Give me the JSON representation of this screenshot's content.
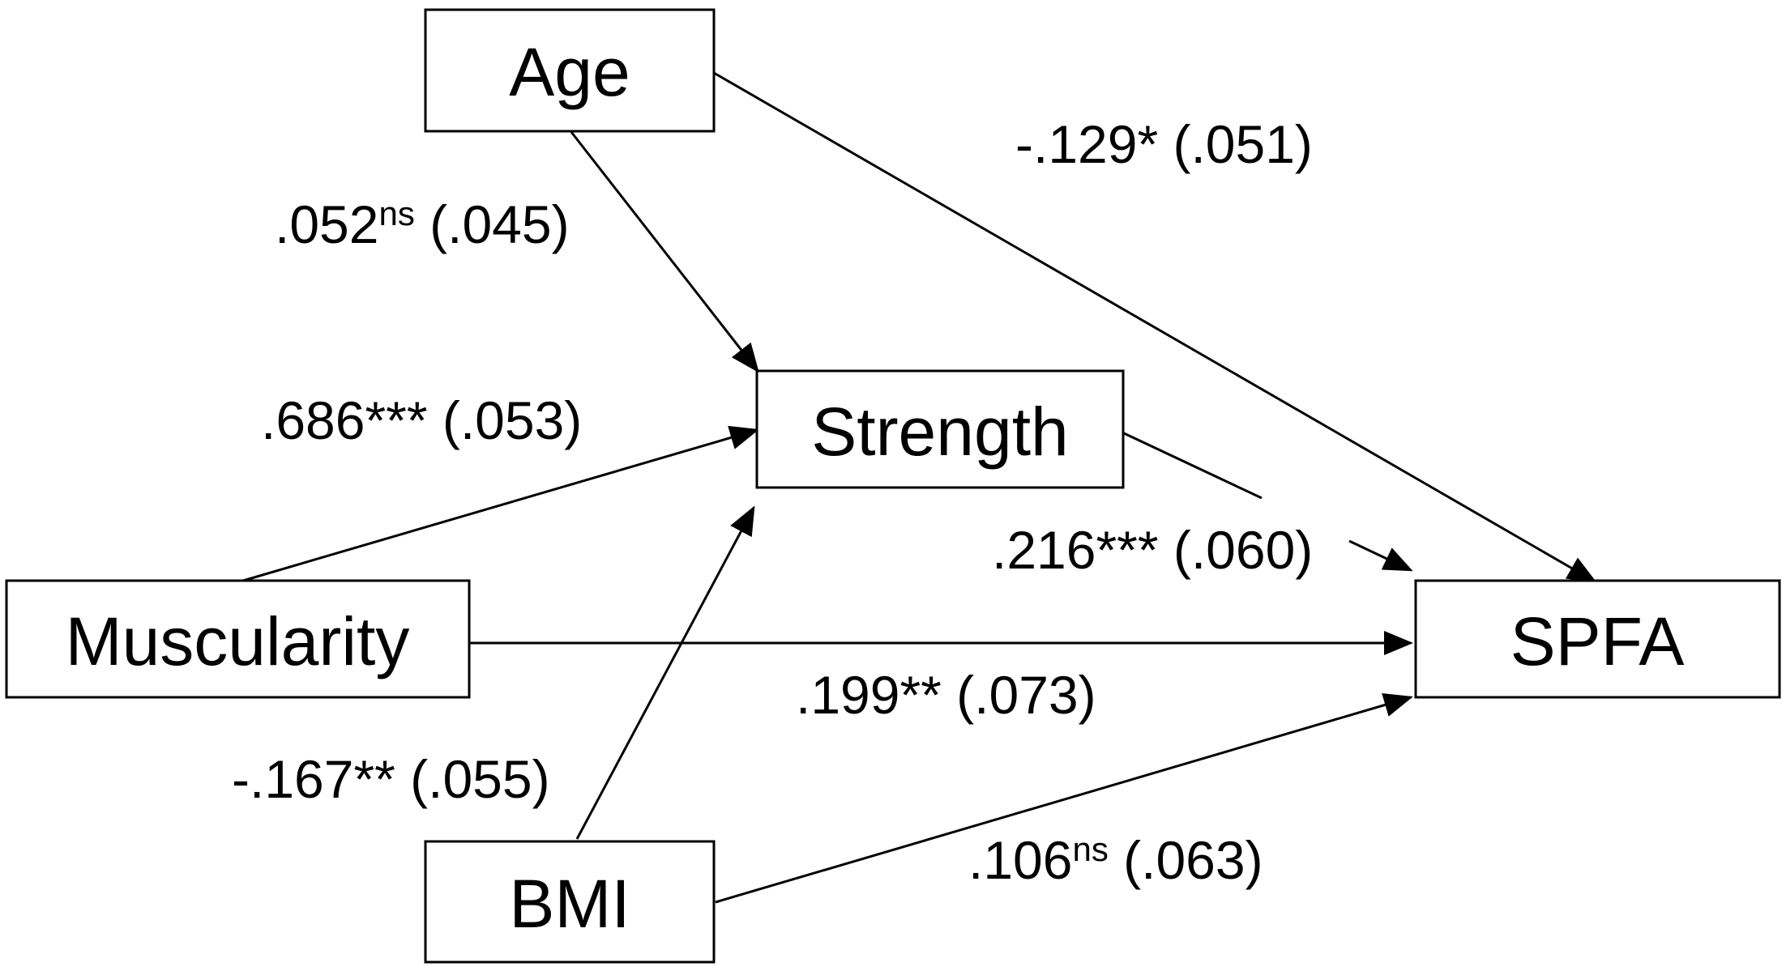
{
  "colors": {
    "background": "#ffffff",
    "stroke": "#000000",
    "text": "#000000"
  },
  "nodes": {
    "age": "Age",
    "strength": "Strength",
    "muscularity": "Muscularity",
    "spfa": "SPFA",
    "bmi": "BMI"
  },
  "edges": {
    "age_strength": {
      "value": ".052",
      "sig": "ns",
      "se": " (.045)"
    },
    "age_spfa": {
      "value": "-.129",
      "sig": "*",
      "se": " (.051)"
    },
    "muscularity_strength": {
      "value": ".686",
      "sig": "***",
      "se": " (.053)"
    },
    "strength_spfa": {
      "value": ".216",
      "sig": "***",
      "se": " (.060)"
    },
    "muscularity_spfa": {
      "value": ".199",
      "sig": "**",
      "se": " (.073)"
    },
    "bmi_strength": {
      "value": "-.167",
      "sig": "**",
      "se": " (.055)"
    },
    "bmi_spfa": {
      "value": ".106",
      "sig": "ns",
      "se": " (.063)"
    }
  }
}
